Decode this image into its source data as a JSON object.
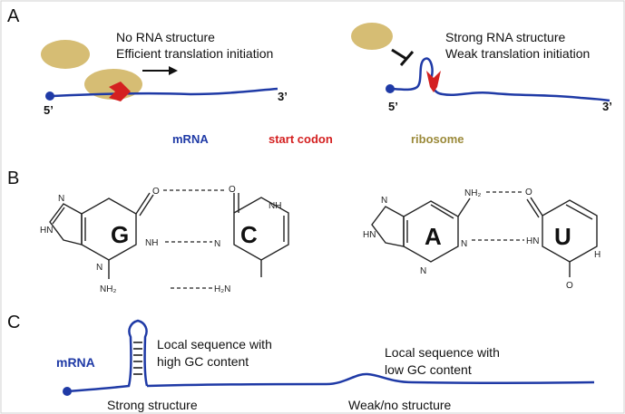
{
  "panels": {
    "a": {
      "letter": "A",
      "left_text": [
        "No RNA structure",
        "Efficient translation initiation"
      ],
      "right_text": [
        "Strong RNA structure",
        "Weak translation initiation"
      ],
      "end5": "5’",
      "end3": "3’",
      "legend": {
        "mrna": "mRNA",
        "start_codon": "start codon",
        "ribosome": "ribosome"
      }
    },
    "b": {
      "letter": "B",
      "pair_gc": {
        "left_base": "G",
        "right_base": "C"
      },
      "pair_au": {
        "left_base": "A",
        "right_base": "U"
      },
      "atoms": {
        "n": "N",
        "o": "O",
        "nh": "NH",
        "hn": "HN",
        "nh2": "NH₂",
        "h2n": "H₂N",
        "h": "H"
      }
    },
    "c": {
      "letter": "C",
      "mrna": "mRNA",
      "high_gc_text": [
        "Local sequence with",
        "high GC content"
      ],
      "low_gc_text": [
        "Local sequence with",
        "low GC content"
      ],
      "strong_label": "Strong structure",
      "weak_label": "Weak/no structure"
    }
  },
  "colors": {
    "mrna": "#1f3aa6",
    "start_codon": "#d42020",
    "ribosome": "#d6bd74",
    "ribosome_label": "#9b8a3a",
    "text": "#111111"
  }
}
